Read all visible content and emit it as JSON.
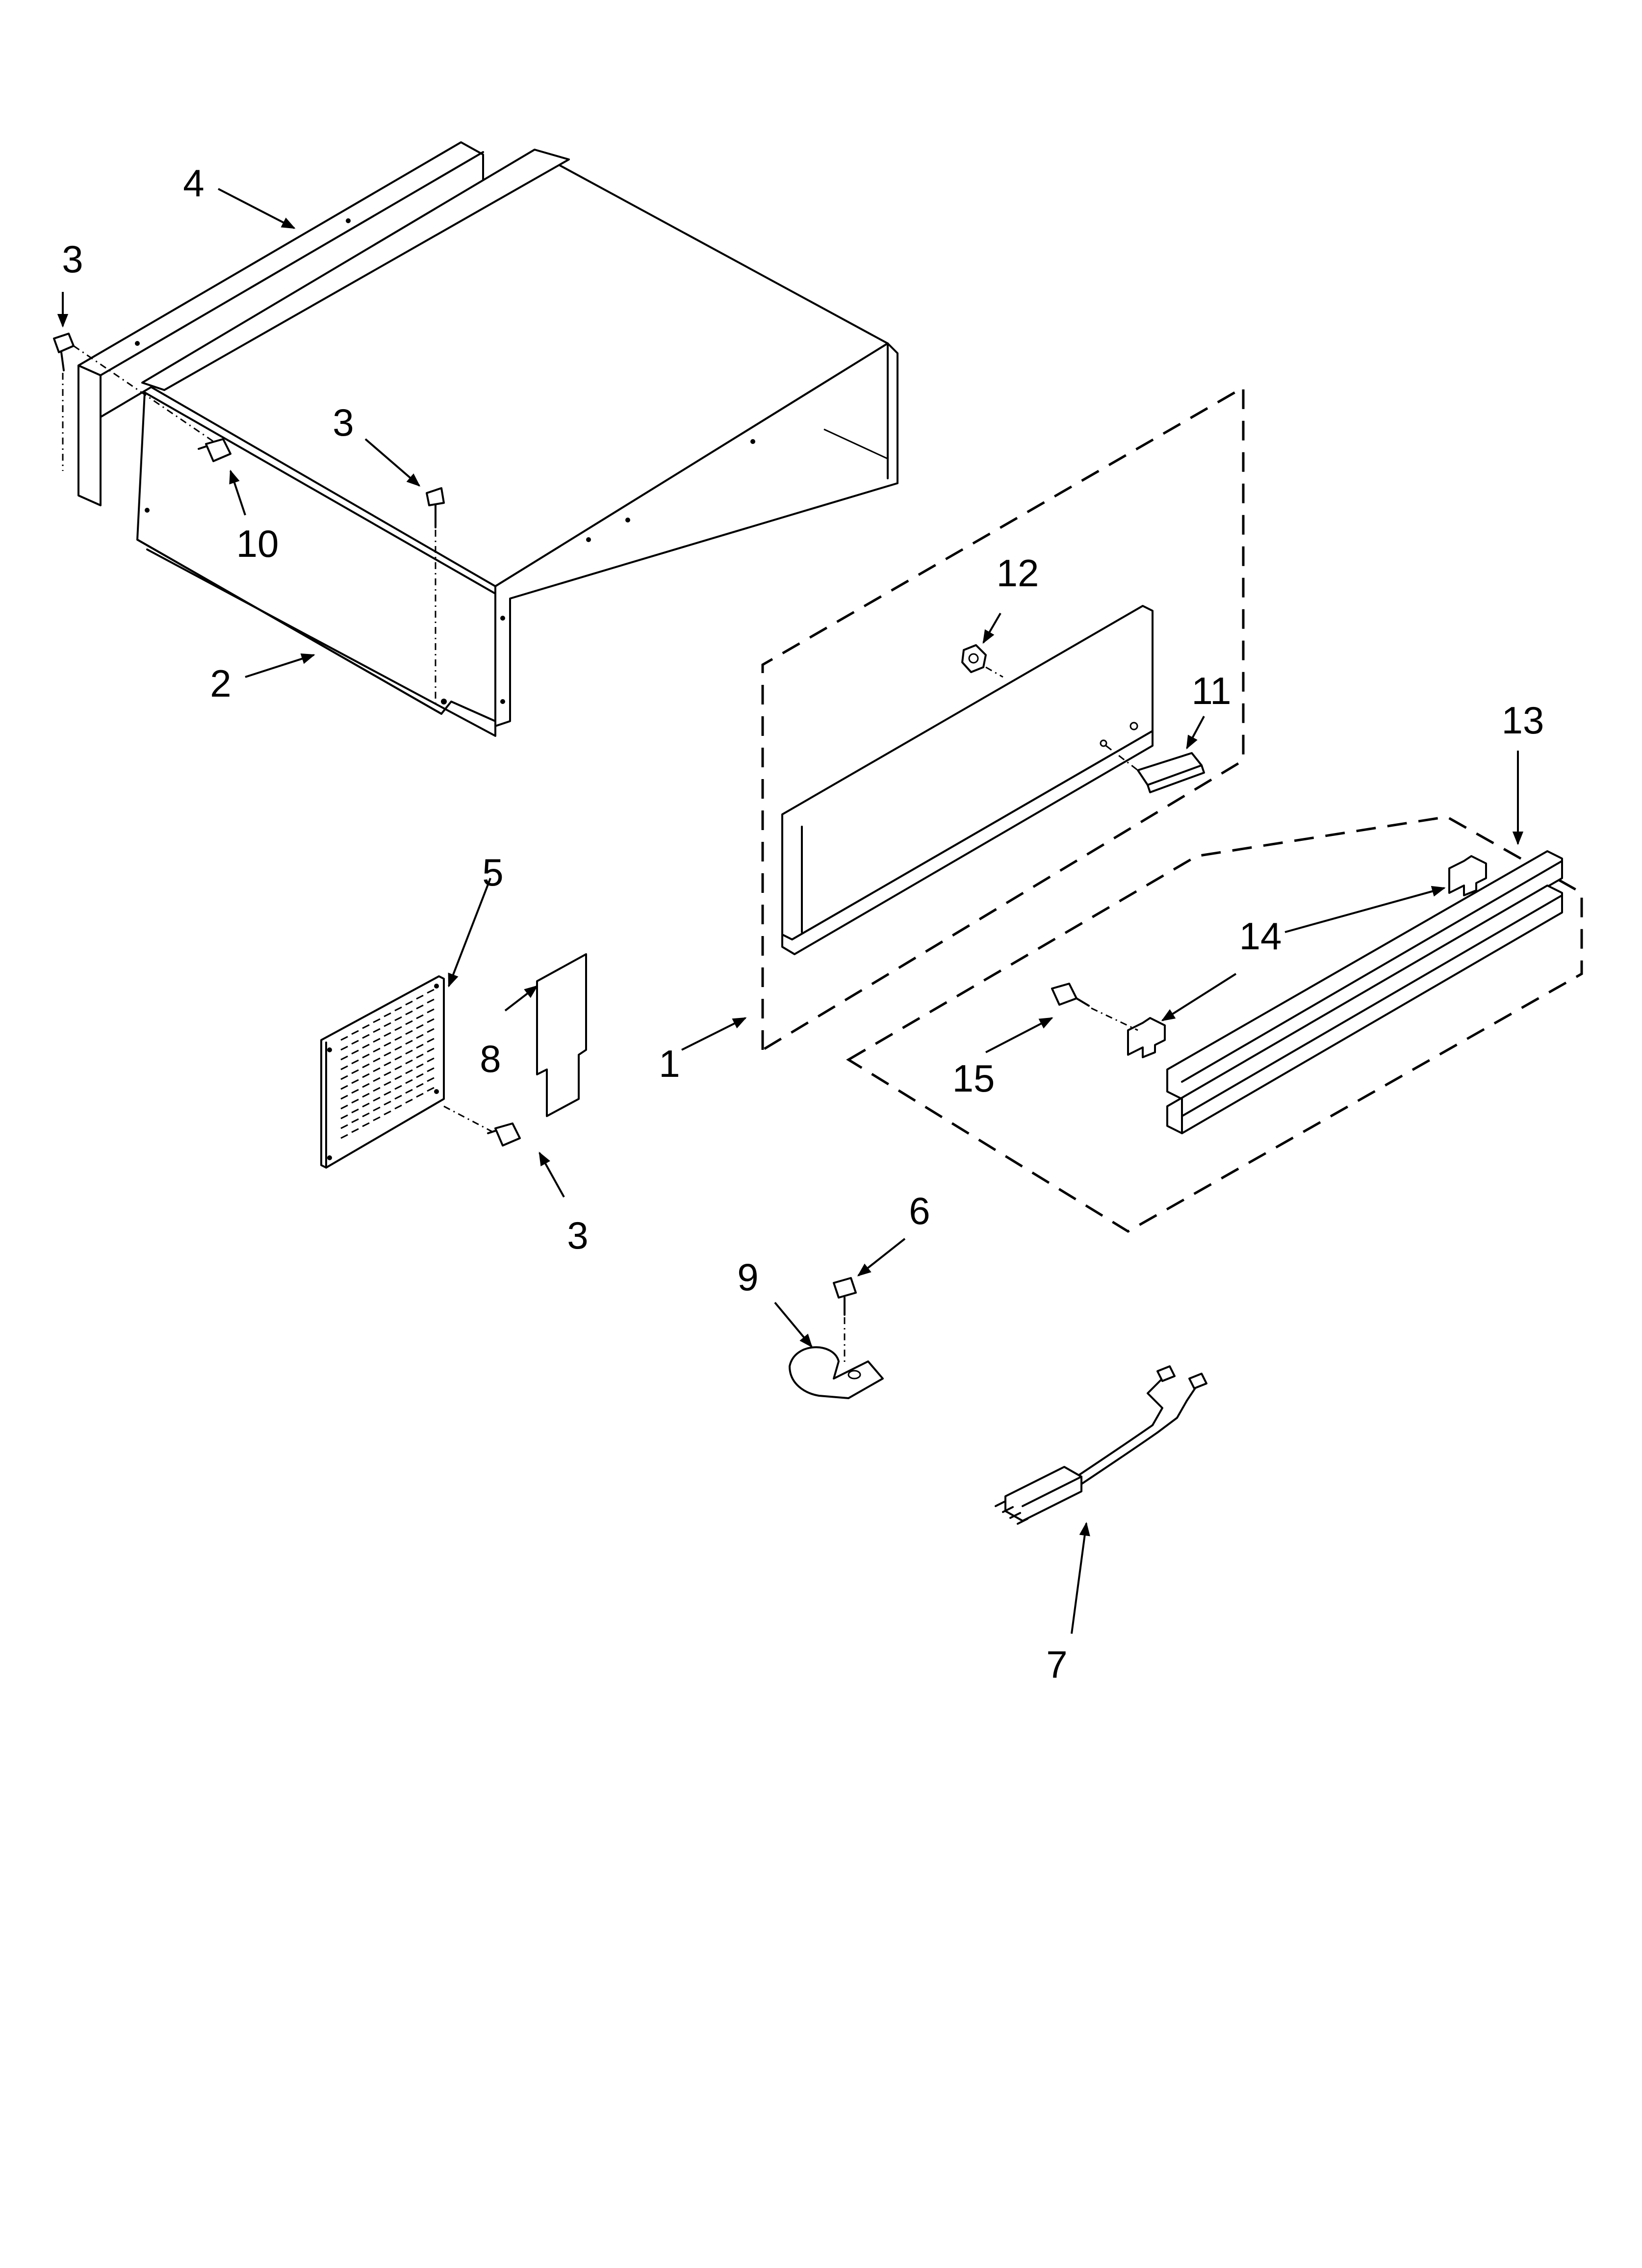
{
  "callouts": {
    "c1": "1",
    "c2": "2",
    "c3a": "3",
    "c3b": "3",
    "c3c": "3",
    "c4": "4",
    "c5": "5",
    "c6": "6",
    "c7": "7",
    "c8": "8",
    "c9": "9",
    "c10": "10",
    "c11": "11",
    "c12": "12",
    "c13": "13",
    "c14": "14",
    "c15": "15"
  }
}
